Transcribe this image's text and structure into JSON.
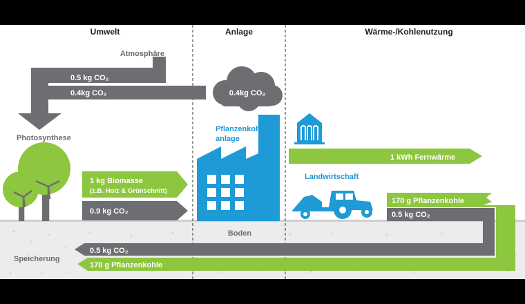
{
  "colors": {
    "green": "#8dc63f",
    "gray": "#6d6e71",
    "blue": "#1e9ad6",
    "soil": "#ededed",
    "white": "#ffffff"
  },
  "sections": {
    "umwelt": "Umwelt",
    "anlage": "Anlage",
    "waerme": "Wärme-/Kohlenutzung"
  },
  "labels": {
    "atmosphaere": "Atmosphäre",
    "photosynthese": "Photosynthese",
    "pflanzenkohle_anlage_1": "Pflanzenkohle-",
    "pflanzenkohle_anlage_2": "anlage",
    "landwirtschaft": "Landwirtschaft",
    "boden": "Boden",
    "speicherung": "Speicherung"
  },
  "flows": {
    "co2_top": "0.5 kg CO₂",
    "co2_mid": "0.4kg CO₂",
    "co2_cloud": "0.4kg CO₂",
    "biomasse": "1 kg Biomasse",
    "biomasse_sub": "(z.B. Holz & Grünschnitt)",
    "co2_bio": "0.9 kg CO₂",
    "fernwaerme": "1 kWh Fernwärme",
    "pflanzenkohle_right": "170 g Pflanzenkohle",
    "co2_right": "0.5 kg CO₂",
    "co2_store": "0.5 kg CO₂",
    "pflanzenkohle_store": "170 g Pflanzenkohle"
  },
  "icons": [
    "tree-icon",
    "wind-turbine-icon",
    "factory-icon",
    "cloud-icon",
    "radiator-house-icon",
    "tractor-icon"
  ]
}
